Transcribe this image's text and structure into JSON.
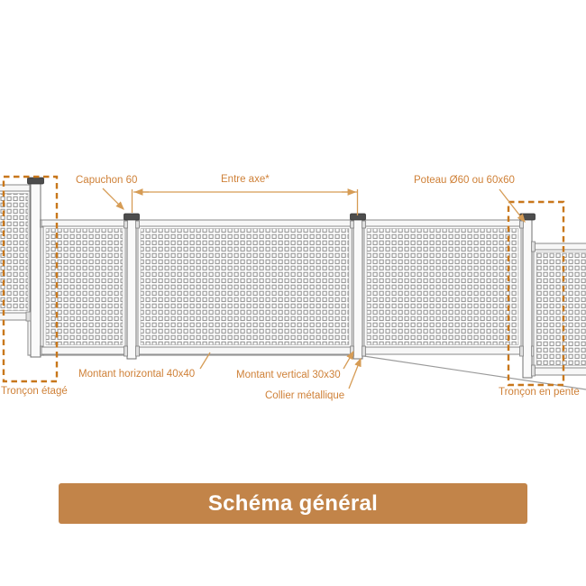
{
  "title_bar": {
    "label": "Schéma général"
  },
  "annotations": {
    "capuchon": "Capuchon 60",
    "entre_axe": "Entre axe*",
    "poteau": "Poteau Ø60 ou 60x60",
    "montant_horizontal": "Montant horizontal 40x40",
    "montant_vertical": "Montant vertical 30x30",
    "collier": "Collier métallique",
    "troncon_etage": "Tronçon étagé",
    "troncon_pente": "Tronçon en pente"
  },
  "colors": {
    "annotation_text": "#cf8138",
    "annotation_line": "#d69c55",
    "dashed_box": "#c8771b",
    "drawing_line": "#8a8a8a",
    "post_cap": "#4d4d4d",
    "title_bg": "#c28449",
    "title_text": "#ffffff"
  }
}
